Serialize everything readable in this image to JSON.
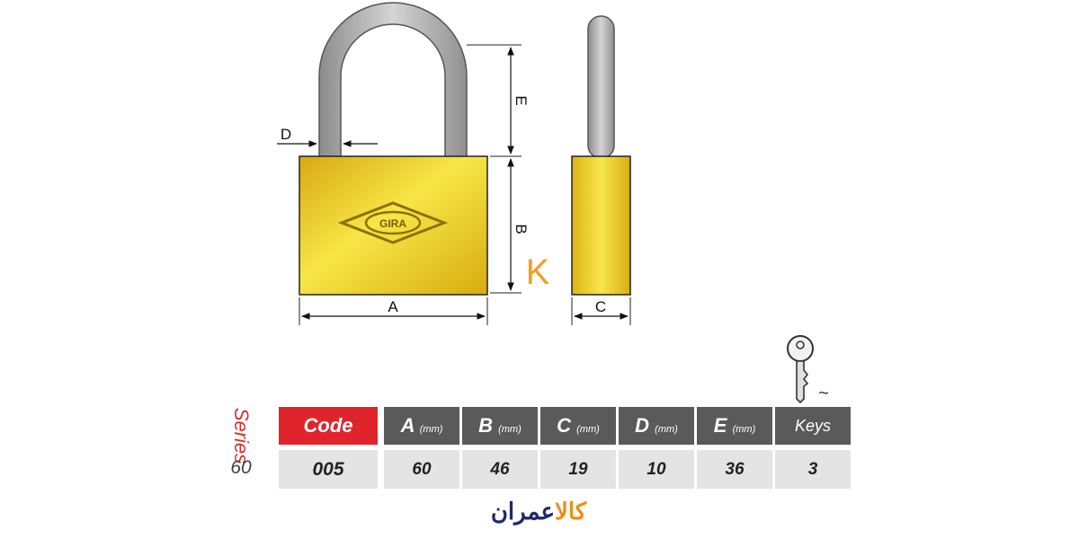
{
  "diagram": {
    "logo_text": "GIRA",
    "dimensions": {
      "a": "A",
      "b": "B",
      "c": "C",
      "d": "D",
      "e": "E"
    },
    "k_mark": "K",
    "key_mark": "~"
  },
  "series": {
    "label": "Series",
    "value": "60"
  },
  "table": {
    "headers": [
      {
        "letter": "Code",
        "unit": ""
      },
      {
        "letter": "A",
        "unit": "(mm)"
      },
      {
        "letter": "B",
        "unit": "(mm)"
      },
      {
        "letter": "C",
        "unit": "(mm)"
      },
      {
        "letter": "D",
        "unit": "(mm)"
      },
      {
        "letter": "E",
        "unit": "(mm)"
      },
      {
        "letter": "Keys",
        "unit": ""
      }
    ],
    "values": [
      "005",
      "60",
      "46",
      "19",
      "10",
      "36",
      "3"
    ]
  },
  "brand": {
    "part1": "عمران",
    "part2": "کالا"
  },
  "colors": {
    "code_header": "#e0242b",
    "header": "#5a5a5a",
    "value_bg": "#e4e4e4",
    "series": "#d32f2f",
    "brass": "#e8c21c",
    "shackle": "#a9a9a9",
    "brand_navy": "#1f2a6b",
    "brand_orange": "#f08c1a"
  }
}
